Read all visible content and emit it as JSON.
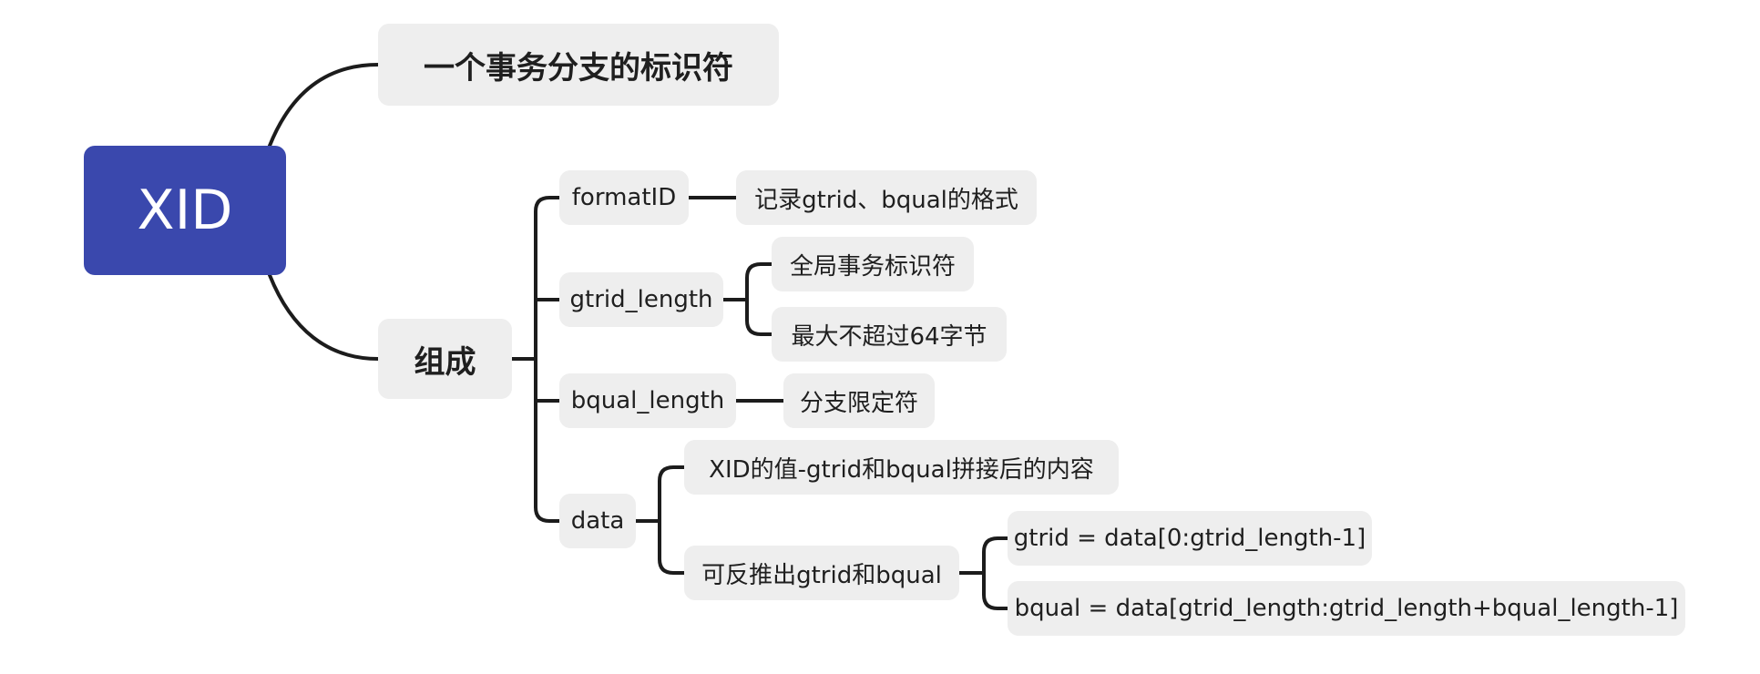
{
  "mindmap": {
    "root": "XID",
    "branches": [
      {
        "label": "一个事务分支的标识符"
      },
      {
        "label": "组成",
        "children": [
          {
            "label": "formatID",
            "children": [
              {
                "label": "记录gtrid、bqual的格式"
              }
            ]
          },
          {
            "label": "gtrid_length",
            "children": [
              {
                "label": "全局事务标识符"
              },
              {
                "label": "最大不超过64字节"
              }
            ]
          },
          {
            "label": "bqual_length",
            "children": [
              {
                "label": "分支限定符"
              }
            ]
          },
          {
            "label": "data",
            "children": [
              {
                "label": "XID的值-gtrid和bqual拼接后的内容"
              },
              {
                "label": "可反推出gtrid和bqual",
                "children": [
                  {
                    "label": "gtrid = data[0:gtrid_length-1]"
                  },
                  {
                    "label": "bqual = data[gtrid_length:gtrid_length+bqual_length-1]"
                  }
                ]
              }
            ]
          }
        ]
      }
    ]
  },
  "colors": {
    "root_fill": "#3a48ad",
    "node_fill": "#eeeeee",
    "connector": "#1c1c1c"
  }
}
